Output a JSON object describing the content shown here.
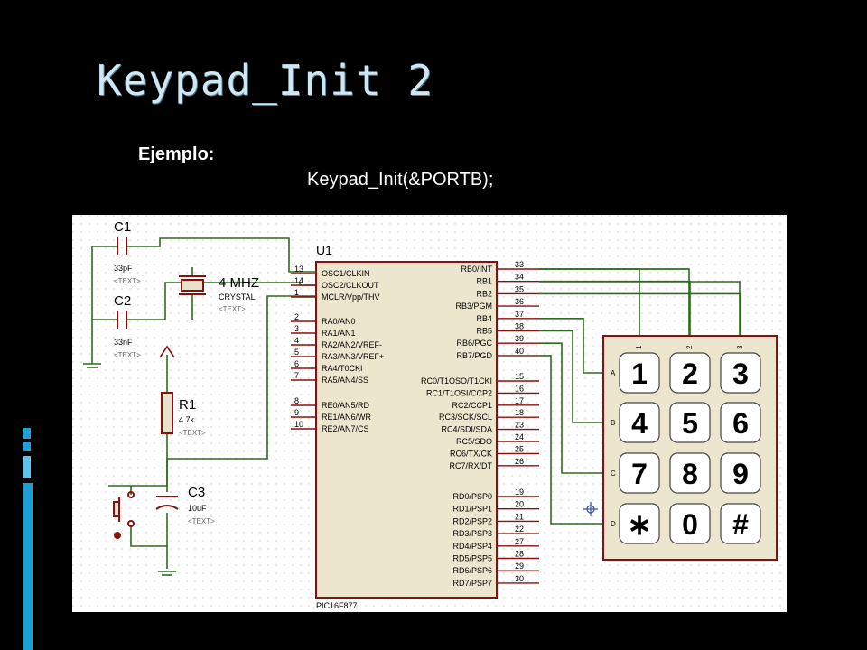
{
  "slide": {
    "title": "Keypad_Init 2",
    "example_label": "Ejemplo:",
    "example_code": "Keypad_Init(&PORTB);"
  },
  "colors": {
    "background": "#000000",
    "title": "#cfe6f3",
    "accent": "#1e9fd6",
    "schematic_bg": "#ffffff",
    "wire_green": "#2e6b1e",
    "component_red": "#8a0f0f"
  },
  "schematic": {
    "text_placeholder": "<TEXT>",
    "c1": {
      "ref": "C1",
      "value": "33pF"
    },
    "c2": {
      "ref": "C2",
      "value": "33nF"
    },
    "crystal": {
      "ref": "4 MHZ",
      "value": "CRYSTAL"
    },
    "r1": {
      "ref": "R1",
      "value": "4.7k"
    },
    "c3": {
      "ref": "C3",
      "value": "10uF"
    },
    "mcu": {
      "ref": "U1",
      "part": "PIC16F877",
      "left_pins": [
        {
          "num": "13",
          "name": "OSC1/CLKIN"
        },
        {
          "num": "14",
          "name": "OSC2/CLKOUT"
        },
        {
          "num": "1",
          "name": "MCLR/Vpp/THV"
        },
        {
          "num": "2",
          "name": "RA0/AN0"
        },
        {
          "num": "3",
          "name": "RA1/AN1"
        },
        {
          "num": "4",
          "name": "RA2/AN2/VREF-"
        },
        {
          "num": "5",
          "name": "RA3/AN3/VREF+"
        },
        {
          "num": "6",
          "name": "RA4/T0CKI"
        },
        {
          "num": "7",
          "name": "RA5/AN4/SS"
        },
        {
          "num": "8",
          "name": "RE0/AN5/RD"
        },
        {
          "num": "9",
          "name": "RE1/AN6/WR"
        },
        {
          "num": "10",
          "name": "RE2/AN7/CS"
        }
      ],
      "right_pins": [
        {
          "num": "33",
          "name": "RB0/INT"
        },
        {
          "num": "34",
          "name": "RB1"
        },
        {
          "num": "35",
          "name": "RB2"
        },
        {
          "num": "36",
          "name": "RB3/PGM"
        },
        {
          "num": "37",
          "name": "RB4"
        },
        {
          "num": "38",
          "name": "RB5"
        },
        {
          "num": "39",
          "name": "RB6/PGC"
        },
        {
          "num": "40",
          "name": "RB7/PGD"
        },
        {
          "num": "15",
          "name": "RC0/T1OSO/T1CKI"
        },
        {
          "num": "16",
          "name": "RC1/T1OSI/CCP2"
        },
        {
          "num": "17",
          "name": "RC2/CCP1"
        },
        {
          "num": "18",
          "name": "RC3/SCK/SCL"
        },
        {
          "num": "23",
          "name": "RC4/SDI/SDA"
        },
        {
          "num": "24",
          "name": "RC5/SDO"
        },
        {
          "num": "25",
          "name": "RC6/TX/CK"
        },
        {
          "num": "26",
          "name": "RC7/RX/DT"
        },
        {
          "num": "19",
          "name": "RD0/PSP0"
        },
        {
          "num": "20",
          "name": "RD1/PSP1"
        },
        {
          "num": "21",
          "name": "RD2/PSP2"
        },
        {
          "num": "22",
          "name": "RD3/PSP3"
        },
        {
          "num": "27",
          "name": "RD4/PSP4"
        },
        {
          "num": "28",
          "name": "RD5/PSP5"
        },
        {
          "num": "29",
          "name": "RD6/PSP6"
        },
        {
          "num": "30",
          "name": "RD7/PSP7"
        }
      ]
    },
    "keypad": {
      "col_labels": [
        "1",
        "2",
        "3"
      ],
      "row_labels": [
        "A",
        "B",
        "C",
        "D"
      ],
      "keys": [
        [
          "1",
          "2",
          "3"
        ],
        [
          "4",
          "5",
          "6"
        ],
        [
          "7",
          "8",
          "9"
        ],
        [
          "∗",
          "0",
          "#"
        ]
      ]
    }
  }
}
